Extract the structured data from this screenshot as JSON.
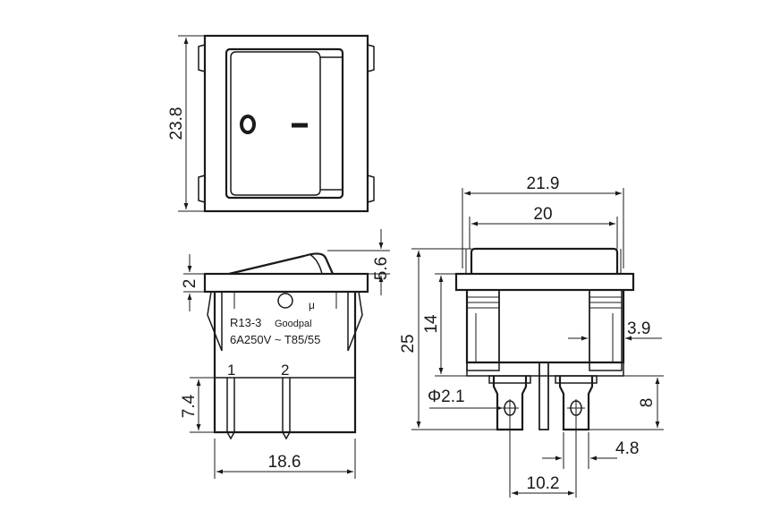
{
  "top_view": {
    "height_dim": "23.8",
    "symbol_off": "O",
    "symbol_on": "–"
  },
  "side_view": {
    "dim_flange": "2",
    "dim_rocker": "5.6",
    "dim_terminal": "7.4",
    "dim_width": "18.6",
    "pin_1": "1",
    "pin_2": "2",
    "mark_model": "R13-3",
    "mark_brand": "Goodpal",
    "mark_rating": "6A250V ~ T85/55",
    "mark_symbol": "μ"
  },
  "front_view": {
    "dim_outer_width": "21.9",
    "dim_inner_width": "20",
    "dim_total_height": "25",
    "dim_body_height": "14",
    "dim_clip": "3.9",
    "dim_hole": "Φ2.1",
    "dim_tab_length": "8",
    "dim_tab_width": "4.8",
    "dim_tab_pitch": "10.2"
  }
}
